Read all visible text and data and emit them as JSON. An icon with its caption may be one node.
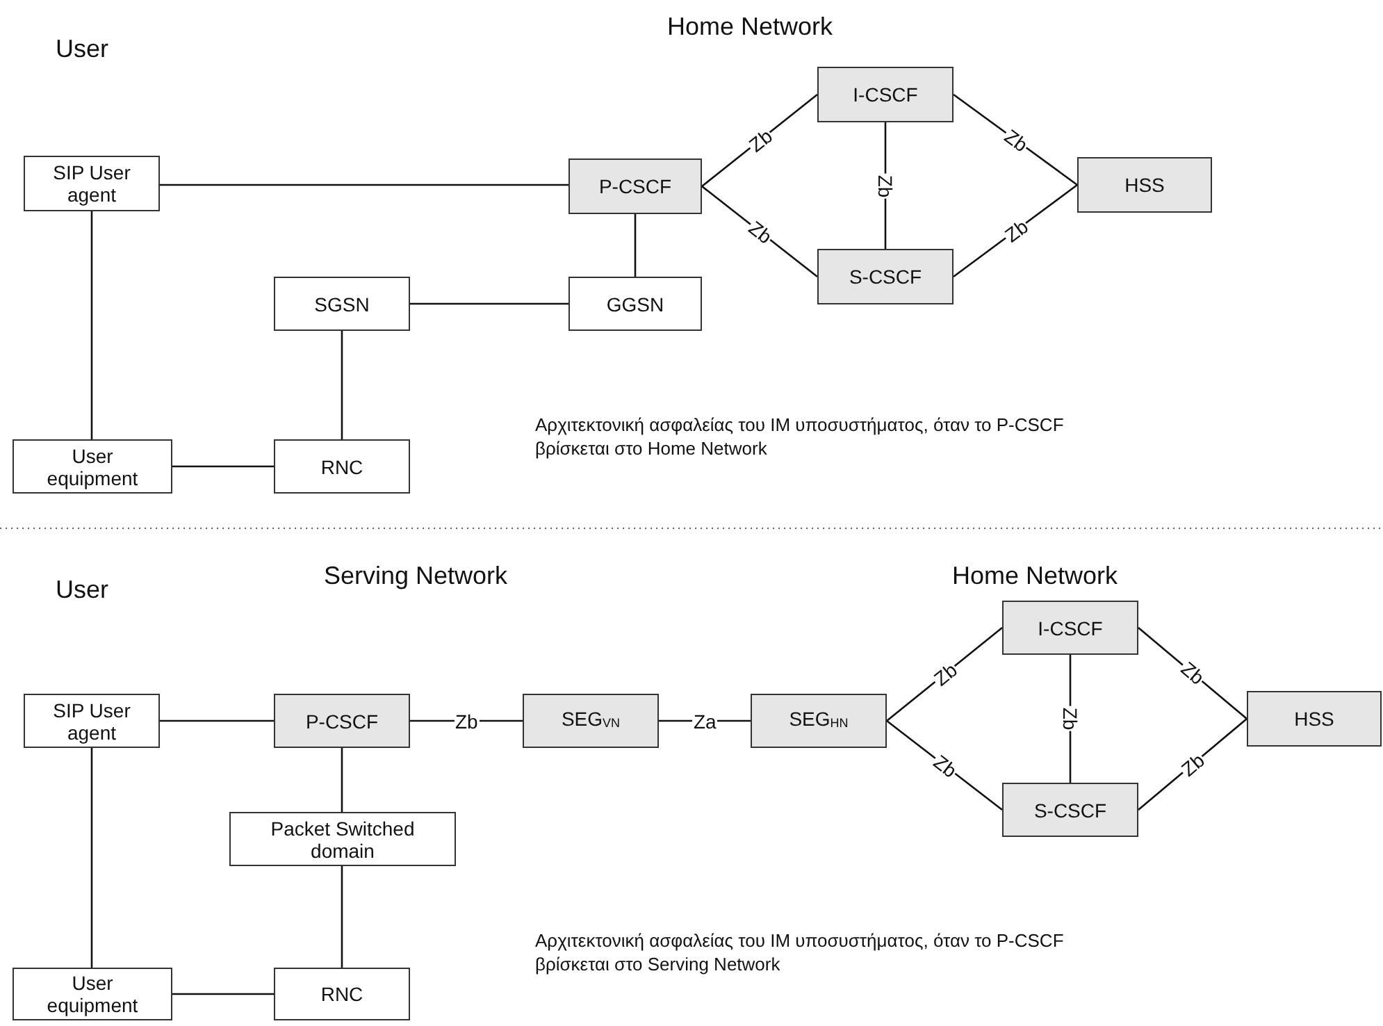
{
  "diagram": {
    "nodes": [
      {
        "text": [
          "SIP User agent"
        ]
      },
      {
        "text": [
          "P-CSCF"
        ]
      },
      {
        "text": [
          "I-CSCF"
        ]
      },
      {
        "text": [
          "HSS"
        ]
      },
      {
        "text": [
          "S-CSCF"
        ]
      },
      {
        "text": [
          "SGSN"
        ]
      },
      {
        "text": [
          "GGSN"
        ]
      },
      {
        "text": [
          "User equipment"
        ]
      },
      {
        "text": [
          "RNC"
        ]
      },
      {
        "text": [
          "SIP User agent"
        ]
      },
      {
        "text": [
          "P-CSCF"
        ]
      },
      {
        "text": [
          "SEG$_{VN}$"
        ]
      },
      {
        "text": [
          "SEG$_{HN}$"
        ]
      },
      {
        "text": [
          "I-CSCF"
        ]
      },
      {
        "text": [
          "HSS"
        ]
      },
      {
        "text": [
          "S-CSCF"
        ]
      },
      {
        "text": [
          "Packet Switched domain"
        ]
      },
      {
        "text": [
          "User equipment"
        ]
      },
      {
        "text": [
          "RNC"
        ]
      }
    ],
    "edges": [
      {
        "from": 0,
        "to": 1,
        "arrow": "none"
      },
      {
        "from": 1,
        "to": 2,
        "arrow": "none",
        "label": "Zb"
      },
      {
        "from": 1,
        "to": 4,
        "arrow": "none",
        "label": "Zb"
      },
      {
        "from": 2,
        "to": 4,
        "arrow": "none",
        "label": "Zb"
      },
      {
        "from": 2,
        "to": 3,
        "arrow": "none",
        "label": "Zb"
      },
      {
        "from": 4,
        "to": 3,
        "arrow": "none",
        "label": "Zb"
      },
      {
        "from": 1,
        "to": 6,
        "arrow": "none"
      },
      {
        "from": 5,
        "to": 6,
        "arrow": "none"
      },
      {
        "from": 5,
        "to": 8,
        "arrow": "none"
      },
      {
        "from": 0,
        "to": 7,
        "arrow": "none"
      },
      {
        "from": 7,
        "to": 8,
        "arrow": "none"
      },
      {
        "from": 9,
        "to": 10,
        "arrow": "none"
      },
      {
        "from": 10,
        "to": 11,
        "arrow": "none",
        "label": "Zb"
      },
      {
        "from": 11,
        "to": 12,
        "arrow": "none",
        "label": "Za"
      },
      {
        "from": 12,
        "to": 13,
        "arrow": "none",
        "label": "Zb"
      },
      {
        "from": 12,
        "to": 15,
        "arrow": "none",
        "label": "Zb"
      },
      {
        "from": 13,
        "to": 15,
        "arrow": "none",
        "label": "Zb"
      },
      {
        "from": 13,
        "to": 14,
        "arrow": "none",
        "label": "Zb"
      },
      {
        "from": 15,
        "to": 14,
        "arrow": "none",
        "label": "Zb"
      },
      {
        "from": 10,
        "to": 16,
        "arrow": "none"
      },
      {
        "from": 16,
        "to": 18,
        "arrow": "none"
      },
      {
        "from": 9,
        "to": 17,
        "arrow": "none"
      },
      {
        "from": 17,
        "to": 18,
        "arrow": "none"
      }
    ],
    "labels": [
      "User",
      "Home Network",
      "Αρχιτεκτονική ασφαλείας του ΙΜ υποσυστήματος, όταν το P-CSCF βρίσκεται στο Home Network",
      "User",
      "Serving Network",
      "Home Network",
      "Αρχιτεκτονική ασφαλείας του ΙΜ υποσυστήματος, όταν το P-CSCF βρίσκεται στο Serving Network"
    ]
  }
}
